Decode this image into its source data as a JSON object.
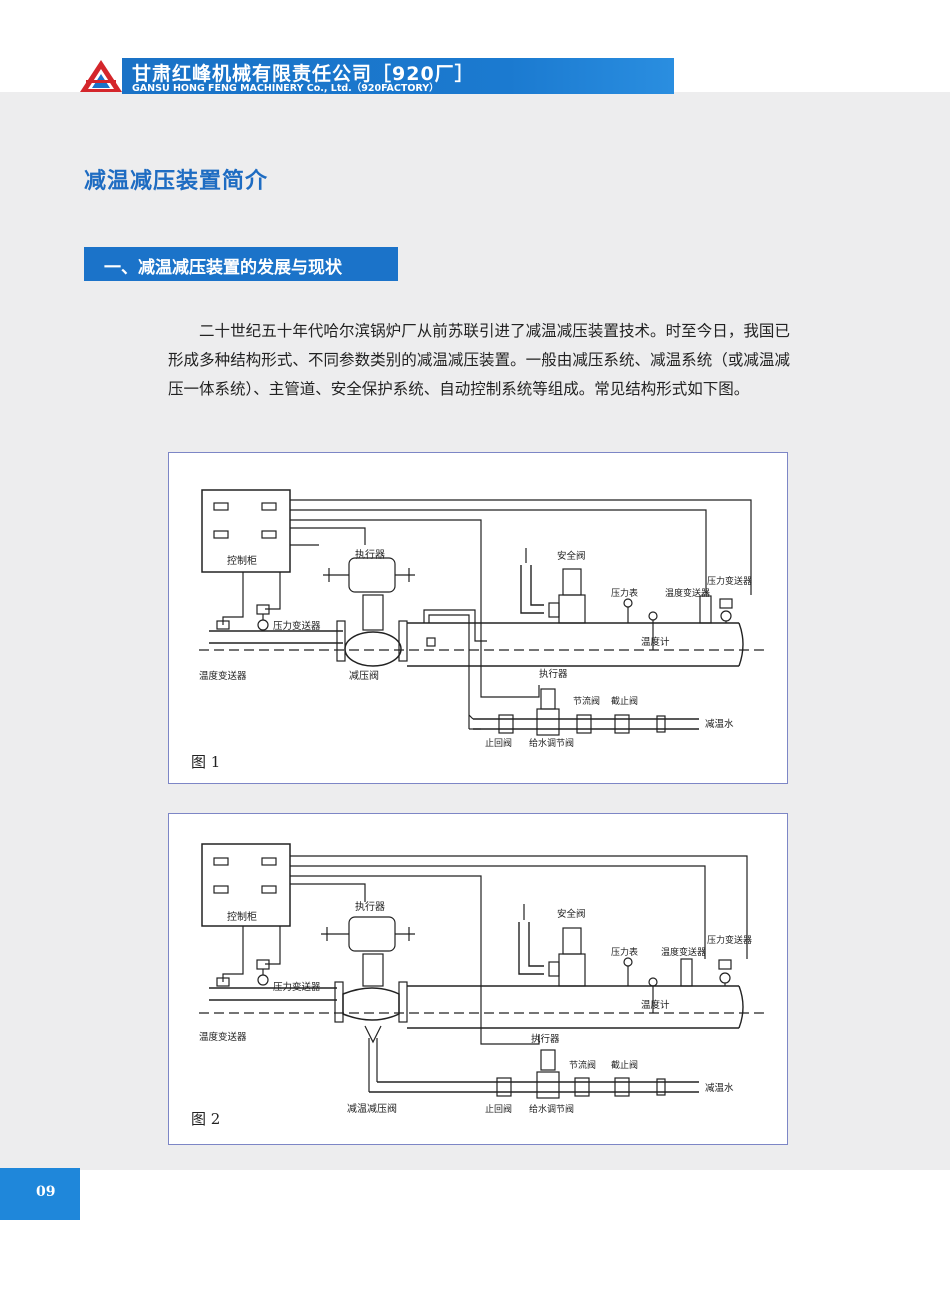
{
  "header": {
    "company_cn": "甘肃红峰机械有限责任公司［920厂］",
    "company_en": "GANSU HONG FENG MACHINERY Co., Ltd.（920FACTORY）",
    "brand_color": "#1b73c9"
  },
  "page_title": "减温减压装置简介",
  "section": {
    "title": "一、减温减压装置的发展与现状"
  },
  "intro": "二十世纪五十年代哈尔滨锅炉厂从前苏联引进了减温减压装置技术。时至今日，我国已形成多种结构形式、不同参数类别的减温减压装置。一般由减压系统、减温系统（或减温减压一体系统）、主管道、安全保护系统、自动控制系统等组成。常见结构形式如下图。",
  "figure1": {
    "caption": "图 1",
    "labels": {
      "control_cabinet": "控制柜",
      "actuator_top": "执行器",
      "safety_valve": "安全阀",
      "pressure_gauge": "压力表",
      "temp_transmitter_right": "温度变送器",
      "pressure_transmitter_right": "压力变送器",
      "pressure_transmitter_left": "压力变送器",
      "temp_transmitter_left": "温度变送器",
      "pressure_reducing_valve": "减压阀",
      "thermometer": "温度计",
      "actuator_bottom": "执行器",
      "throttle_valve": "节流阀",
      "stop_valve": "截止阀",
      "check_valve": "止回阀",
      "feedwater_regulating_valve": "给水调节阀",
      "desuperheating_water": "减温水"
    }
  },
  "figure2": {
    "caption": "图 2",
    "labels": {
      "control_cabinet": "控制柜",
      "actuator_top": "执行器",
      "safety_valve": "安全阀",
      "pressure_gauge": "压力表",
      "temp_transmitter_right": "温度变送器",
      "pressure_transmitter_right": "压力变送器",
      "pressure_transmitter_left": "压力变送器",
      "temp_transmitter_left": "温度变送器",
      "combined_valve": "减温减压阀",
      "thermometer": "温度计",
      "actuator_bottom": "执行器",
      "throttle_valve": "节流阀",
      "stop_valve": "截止阀",
      "check_valve": "止回阀",
      "feedwater_regulating_valve": "给水调节阀",
      "desuperheating_water": "减温水"
    }
  },
  "page_number": "09"
}
